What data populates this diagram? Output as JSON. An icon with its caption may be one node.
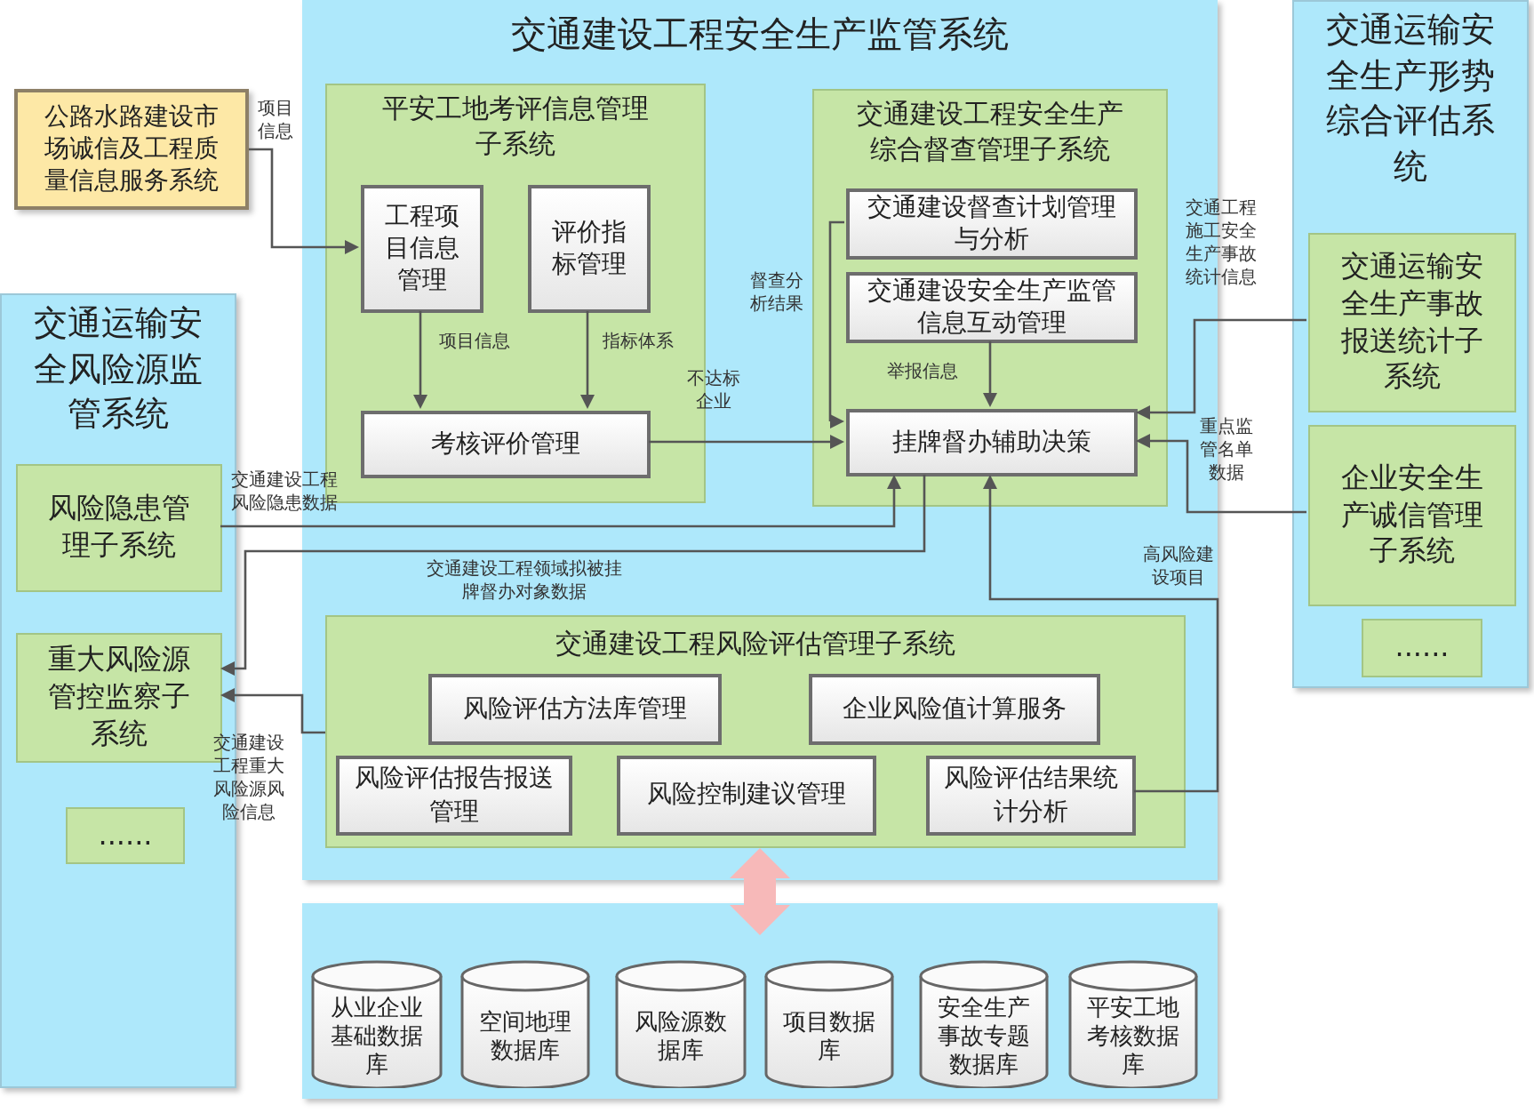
{
  "diagram": {
    "nodes": [
      {
        "text": [
          "交通建设工程安全生产监管系统"
        ]
      },
      {
        "text": [
          "公路水路建设市场诚信及工程质量信息服务系统"
        ]
      },
      {
        "text": [
          "平安工地考评信息管理子系统"
        ],
        "in": 0
      },
      {
        "text": [
          "工程项目信息管理"
        ],
        "in": 2
      },
      {
        "text": [
          "评价指标管理"
        ],
        "in": 2
      },
      {
        "text": [
          "考核评价管理"
        ],
        "in": 2
      },
      {
        "text": [
          "交通建设工程安全生产综合督查管理子系统"
        ],
        "in": 0
      },
      {
        "text": [
          "交通建设督查计划管理与分析"
        ],
        "in": 6
      },
      {
        "text": [
          "交通建设安全生产监管信息互动管理"
        ],
        "in": 6
      },
      {
        "text": [
          "挂牌督办辅助决策"
        ],
        "in": 6
      },
      {
        "text": [
          "交通建设工程风险评估管理子系统"
        ],
        "in": 0
      },
      {
        "text": [
          "风险评估方法库管理"
        ],
        "in": 10
      },
      {
        "text": [
          "企业风险值计算服务"
        ],
        "in": 10
      },
      {
        "text": [
          "风险评估报告报送管理"
        ],
        "in": 10
      },
      {
        "text": [
          "风险控制建议管理"
        ],
        "in": 10
      },
      {
        "text": [
          "风险评估结果统计分析"
        ],
        "in": 10
      },
      {
        "text": [
          "交通运输安全风险源监管系统"
        ]
      },
      {
        "text": [
          "风险隐患管理子系统"
        ],
        "in": 16
      },
      {
        "text": [
          "重大风险源管控监察子系统"
        ],
        "in": 16
      },
      {
        "text": [
          "......"
        ],
        "in": 16
      },
      {
        "text": [
          "交通运输安全生产形势综合评估系统"
        ]
      },
      {
        "text": [
          "交通运输安全生产事故报送统计子系统"
        ],
        "in": 20
      },
      {
        "text": [
          "企业安全生产诚信管理子系统"
        ],
        "in": 20
      },
      {
        "text": [
          "......"
        ],
        "in": 20
      },
      {
        "text": [],
        "shape": "box"
      },
      {
        "text": [
          "从业企业基础数据库"
        ],
        "in": 24
      },
      {
        "text": [
          "空间地理数据库"
        ],
        "in": 24
      },
      {
        "text": [
          "风险源数据库"
        ],
        "in": 24
      },
      {
        "text": [
          "项目数据库"
        ],
        "in": 24
      },
      {
        "text": [
          "安全生产事故专题数据库"
        ],
        "in": 24
      },
      {
        "text": [
          "平安工地考核数据库"
        ],
        "in": 24
      }
    ],
    "edges": [
      {
        "from": 1,
        "to": 3,
        "arrow": "to",
        "label": "项目信息"
      },
      {
        "from": 3,
        "to": 5,
        "arrow": "to",
        "label": "项目信息"
      },
      {
        "from": 4,
        "to": 5,
        "arrow": "to",
        "label": "指标体系"
      },
      {
        "from": 5,
        "to": 9,
        "arrow": "to",
        "label": "不达标企业"
      },
      {
        "from": 7,
        "to": 9,
        "arrow": "to",
        "label": "督查分析结果"
      },
      {
        "from": 8,
        "to": 9,
        "arrow": "to",
        "label": "举报信息"
      },
      {
        "from": 21,
        "to": 9,
        "arrow": "to",
        "label": "交通工程施工安全生产事故统计信息"
      },
      {
        "from": 22,
        "to": 9,
        "arrow": "to",
        "label": "重点监管名单数据"
      },
      {
        "from": 17,
        "to": 9,
        "arrow": "to",
        "label": "交通建设工程风险隐患数据"
      },
      {
        "from": 9,
        "to": 18,
        "arrow": "to",
        "label": "交通建设工程领域拟被挂牌督办对象数据"
      },
      {
        "from": 15,
        "to": 9,
        "arrow": "to",
        "label": "高风险建设项目"
      },
      {
        "from": 10,
        "to": 18,
        "arrow": "to",
        "label": "交通建设工程重大风险源风险信息"
      },
      {
        "from": 0,
        "to": 24,
        "arrow": "both",
        "style": "thick",
        "color": "#f7b9b9"
      }
    ]
  }
}
